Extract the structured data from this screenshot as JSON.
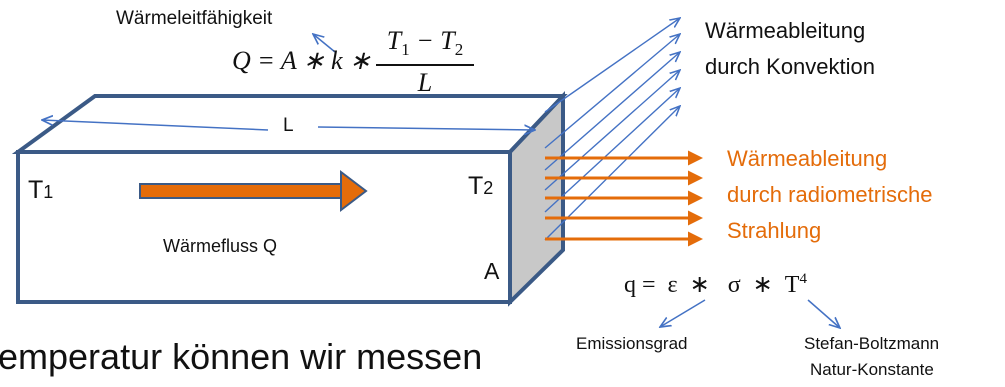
{
  "labels": {
    "conductivity": "Wärmeleitfähigkeit",
    "convection_line1": "Wärmeableitung",
    "convection_line2": "durch Konvektion",
    "radiation_line1": "Wärmeableitung",
    "radiation_line2": "durch radiometrische",
    "radiation_line3": "Strahlung",
    "length": "L",
    "t1": "T",
    "t1_sub": "1",
    "t2": "T",
    "t2_sub": "2",
    "area": "A",
    "heat_flow": "Wärmefluss Q",
    "emissivity": "Emissionsgrad",
    "stefan_line1": "Stefan-Boltzmann",
    "stefan_line2": "Natur-Konstante",
    "bottom_text": "emperatur  können wir messen"
  },
  "formula_conduction": {
    "lhs": "Q = A ∗ k ∗",
    "numerator": "T",
    "num_sub1": "1",
    "minus": " − T",
    "num_sub2": "2",
    "denominator": "L"
  },
  "formula_radiation": {
    "text": "q =  ε  ∗   σ  ∗  T",
    "exponent": "4"
  },
  "colors": {
    "box_stroke": "#3b5a86",
    "end_face": "#c8c8c8",
    "heat_arrow": "#e46c0a",
    "convection_arrows": "#4472c4",
    "radiation_text": "#e46c0a"
  }
}
